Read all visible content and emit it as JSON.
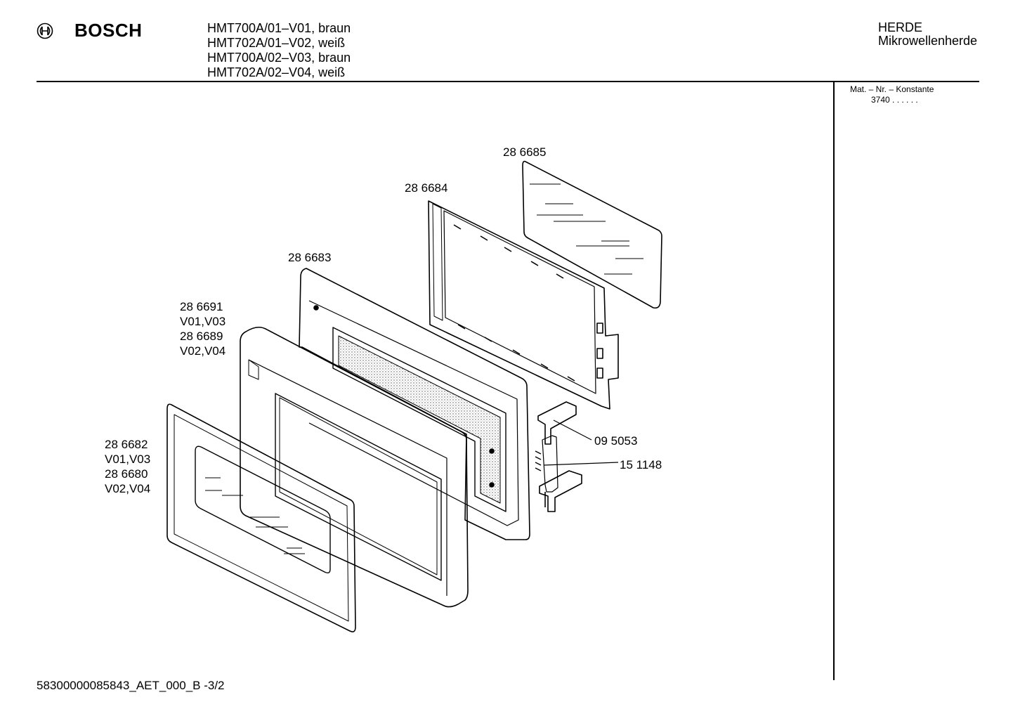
{
  "header": {
    "brand": "BOSCH",
    "models": [
      "HMT700A/01–V01, braun",
      "HMT702A/01–V02, weiß",
      "HMT700A/02–V03, braun",
      "HMT702A/02–V04, weiß"
    ],
    "category": [
      "HERDE",
      "Mikrowellenherde"
    ]
  },
  "sidebar": {
    "mat_label": "Mat. – Nr. – Konstante",
    "mat_code": "3740 . . . . . ."
  },
  "parts": {
    "p285": [
      "28 6685"
    ],
    "p284": [
      "28 6684"
    ],
    "p283": [
      "28 6683"
    ],
    "p691": [
      "28 6691",
      "V01,V03",
      "28 6689",
      "V02,V04"
    ],
    "p682": [
      "28 6682",
      "V01,V03",
      "28 6680",
      "V02,V04"
    ],
    "p953": [
      "09 5053"
    ],
    "p148": [
      "15 1148"
    ]
  },
  "footer": {
    "doc_id": "58300000085843_AET_000_B   -3/2"
  }
}
